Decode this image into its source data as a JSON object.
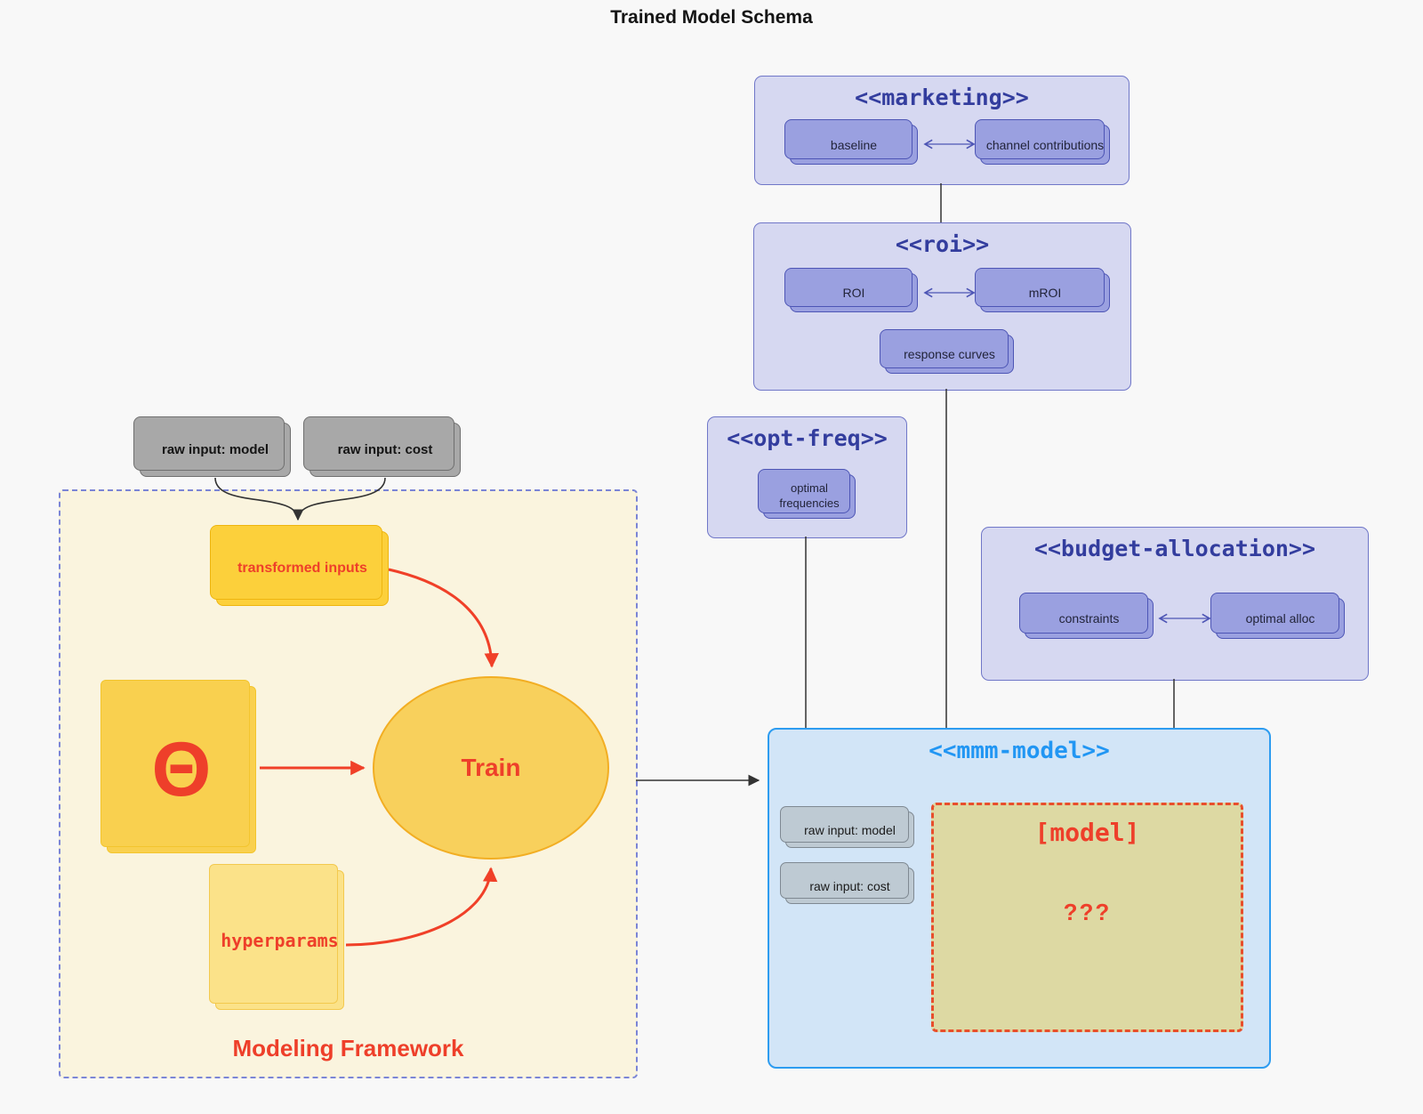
{
  "diagram_title": "Trained Model Schema",
  "external_inputs": {
    "raw_input_model": "raw input: model",
    "raw_input_cost": "raw input: cost"
  },
  "modeling_framework": {
    "label": "Modeling Framework",
    "transformed_inputs": "transformed inputs",
    "theta": "Θ",
    "train": "Train",
    "hyperparams": "hyperparams"
  },
  "marketing": {
    "title": "<<marketing>>",
    "baseline": "baseline",
    "channel_contributions": "channel contributions"
  },
  "roi": {
    "title": "<<roi>>",
    "roi": "ROI",
    "mroi": "mROI",
    "response_curves": "response curves"
  },
  "opt_freq": {
    "title": "<<opt-freq>>",
    "optimal_frequencies": "optimal frequencies"
  },
  "budget_allocation": {
    "title": "<<budget-allocation>>",
    "constraints": "constraints",
    "optimal_alloc": "optimal alloc"
  },
  "mmm_model": {
    "title": "<<mmm-model>>",
    "raw_input_model": "raw input: model",
    "raw_input_cost": "raw input: cost",
    "model_box": "[model]",
    "unknown": "???"
  },
  "colors": {
    "purple_container_fill": "#d6d8f1",
    "purple_container_border": "#7077c8",
    "purple_node_fill": "#9aa0e0",
    "purple_node_border": "#4d55b5",
    "purple_title": "#333d9e",
    "blue_container_fill": "#d2e5f7",
    "blue_container_border": "#2d9cf0",
    "blue_title": "#2196f3",
    "framework_fill": "#faf4de",
    "framework_border": "#7b85d6",
    "khaki_fill": "#ddd9a3",
    "dashed_border": "#e84e2c",
    "red_accent": "#ee3f2a",
    "red_edge": "#f04028",
    "dark_edge": "#333333",
    "gray_node_fill": "#a8a8a8",
    "gray_blue_node_fill": "#becad3",
    "gold_fill": "#fcd03b",
    "gold_light_fill": "#fbe289"
  }
}
